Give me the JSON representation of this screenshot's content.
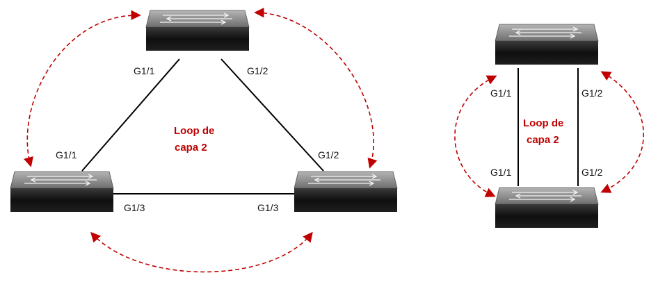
{
  "left_diagram": {
    "loop_label_line1": "Loop de",
    "loop_label_line2": "capa 2",
    "ports": {
      "top_left": "G1/1",
      "top_right": "G1/2",
      "left_top": "G1/1",
      "left_bottom": "G1/3",
      "right_top": "G1/2",
      "right_bottom": "G1/3"
    }
  },
  "right_diagram": {
    "loop_label_line1": "Loop de",
    "loop_label_line2": "capa 2",
    "ports": {
      "top_left": "G1/1",
      "top_right": "G1/2",
      "bottom_left": "G1/1",
      "bottom_right": "G1/2"
    }
  },
  "colors": {
    "loop_accent": "#c00000",
    "switch_body": "#1b1b1b",
    "switch_top": "#8a8a8a",
    "link": "#000000"
  },
  "icons": [
    "network-switch-icon",
    "dashed-bidirectional-arrow-icon"
  ]
}
